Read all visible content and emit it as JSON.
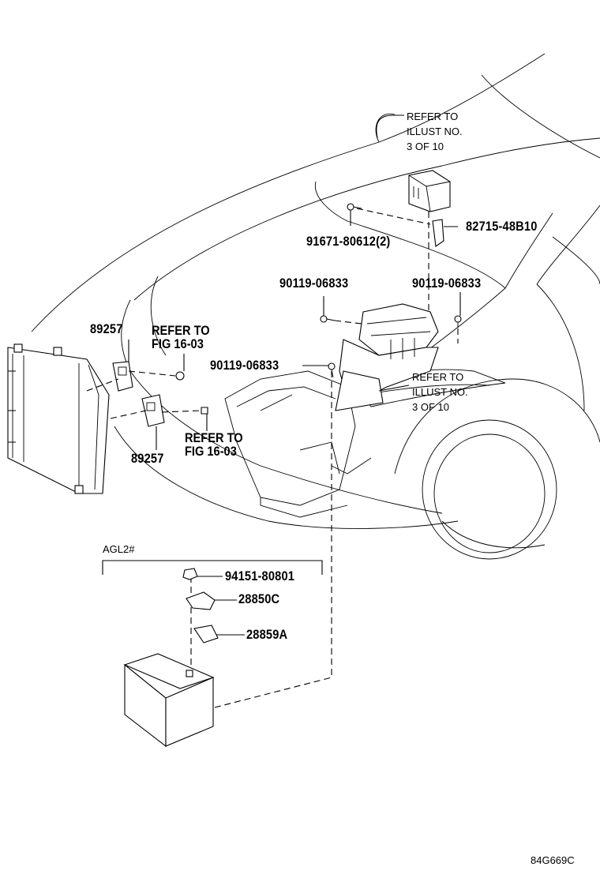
{
  "refs": {
    "illust_top": [
      "REFER TO",
      "ILLUST NO.",
      "3 OF 10"
    ],
    "illust_mid": [
      "REFER TO",
      "ILLUST NO.",
      "3 OF 10"
    ],
    "fig_upper": [
      "REFER TO",
      "FIG 16-03"
    ],
    "fig_lower": [
      "REFER TO",
      "FIG 16-03"
    ]
  },
  "parts": {
    "p91671": "91671-80612(2)",
    "p82715": "82715-48B10",
    "p90119_left": "90119-06833",
    "p90119_right": "90119-06833",
    "p90119_mid": "90119-06833",
    "p89257_top": "89257",
    "p89257_bottom": "89257",
    "p94151": "94151-80801",
    "p28850c": "28850C",
    "p28859a": "28859A"
  },
  "variant_label": "AGL2#",
  "diagram_code": "84G669C"
}
